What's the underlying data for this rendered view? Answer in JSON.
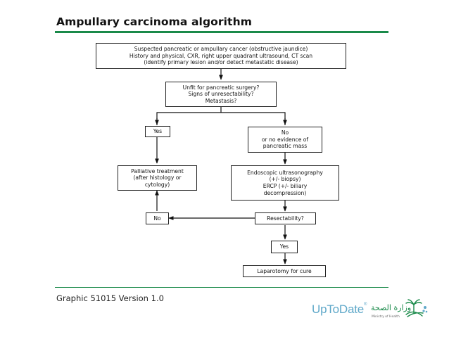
{
  "title": "Ampullary carcinoma algorithm",
  "footer": {
    "graphic_label": "Graphic 51015 Version 1.0",
    "uptodate": "UpToDate",
    "trademark": "®",
    "ministry_arabic": "وزارة الصحة",
    "ministry_english": "Ministry of Health"
  },
  "colors": {
    "rule": "#1a8a4a",
    "uptodate": "#5fa8c9",
    "box_border": "#222222"
  },
  "icons": [
    "moh-palm-emblem-icon"
  ],
  "flowchart": {
    "presentation": "Suspected pancreatic or ampullary cancer (obstructive jaundice)\nHistory and physical, CXR, right upper quadrant ultrasound, CT scan\n(identify primary lesion and/or detect metastatic disease)",
    "unfit": "Unfit for pancreatic surgery?\nSigns of unresectability?\nMetastasis?",
    "yes_1": "Yes",
    "no_mass": "No\nor no evidence of\npancreatic mass",
    "palliative": "Palliative treatment\n(after histology or\ncytology)",
    "eus": "Endoscopic ultrasonography\n(+/- biopsy)\nERCP (+/- biliary\ndecompression)",
    "resectability": "Resectability?",
    "no_2": "No",
    "yes_2": "Yes",
    "laparotomy": "Laparotomy for cure"
  }
}
